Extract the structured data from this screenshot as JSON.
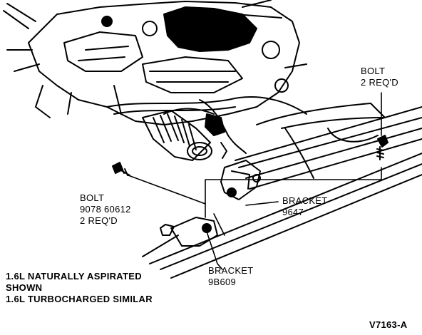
{
  "callouts": {
    "bolt_top": {
      "name": "BOLT",
      "qty": "2 REQ'D"
    },
    "bolt_left": {
      "name": "BOLT",
      "part": "9078 60612",
      "qty": "2 REQ'D"
    },
    "bracket_9647": {
      "name": "BRACKET",
      "part": "9647"
    },
    "bracket_9b609": {
      "name": "BRACKET",
      "part": "9B609"
    }
  },
  "caption": {
    "line1": "1.6L NATURALLY ASPIRATED",
    "line2": "SHOWN",
    "line3": "1.6L TURBOCHARGED SIMILAR"
  },
  "figure_id": "V7163-A",
  "colors": {
    "ink": "#000000",
    "paper": "#ffffff"
  }
}
